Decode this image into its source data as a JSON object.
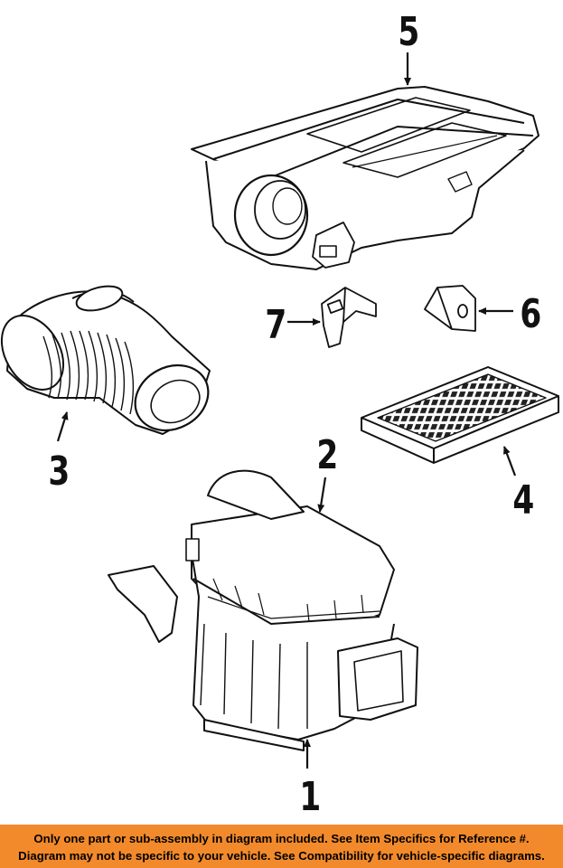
{
  "callouts": {
    "part_1": "1",
    "part_2": "2",
    "part_3": "3",
    "part_4": "4",
    "part_5": "5",
    "part_6": "6",
    "part_7": "7"
  },
  "banner": {
    "line1": "Only one part or sub-assembly in diagram included. See Item Specifics for Reference #.",
    "line2": "Diagram may not be specific to your vehicle. See Compatibility for vehicle-specific diagrams.",
    "background": "#f28a2c"
  }
}
